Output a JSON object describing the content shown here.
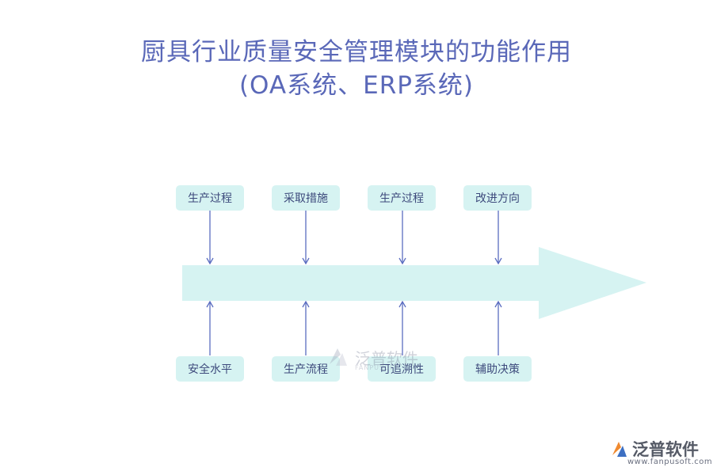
{
  "title": {
    "line1": "厨具行业质量安全管理模块的功能作用",
    "line2": "(OA系统、ERP系统)"
  },
  "top_labels": [
    "生产过程",
    "采取措施",
    "生产过程",
    "改进方向"
  ],
  "bottom_labels": [
    "安全水平",
    "生产流程",
    "可追溯性",
    "辅助决策"
  ],
  "watermark": {
    "text": "泛普软件",
    "sub": "FANPUSOFT"
  },
  "logo": {
    "text": "泛普软件",
    "url": "www.fanpusoft.com"
  },
  "colors": {
    "title": "#5a68b8",
    "arrow": "#d6f3f2",
    "connector": "#5a6cc0",
    "logo_orange": "#f08a30",
    "logo_blue": "#3d6fc2"
  }
}
